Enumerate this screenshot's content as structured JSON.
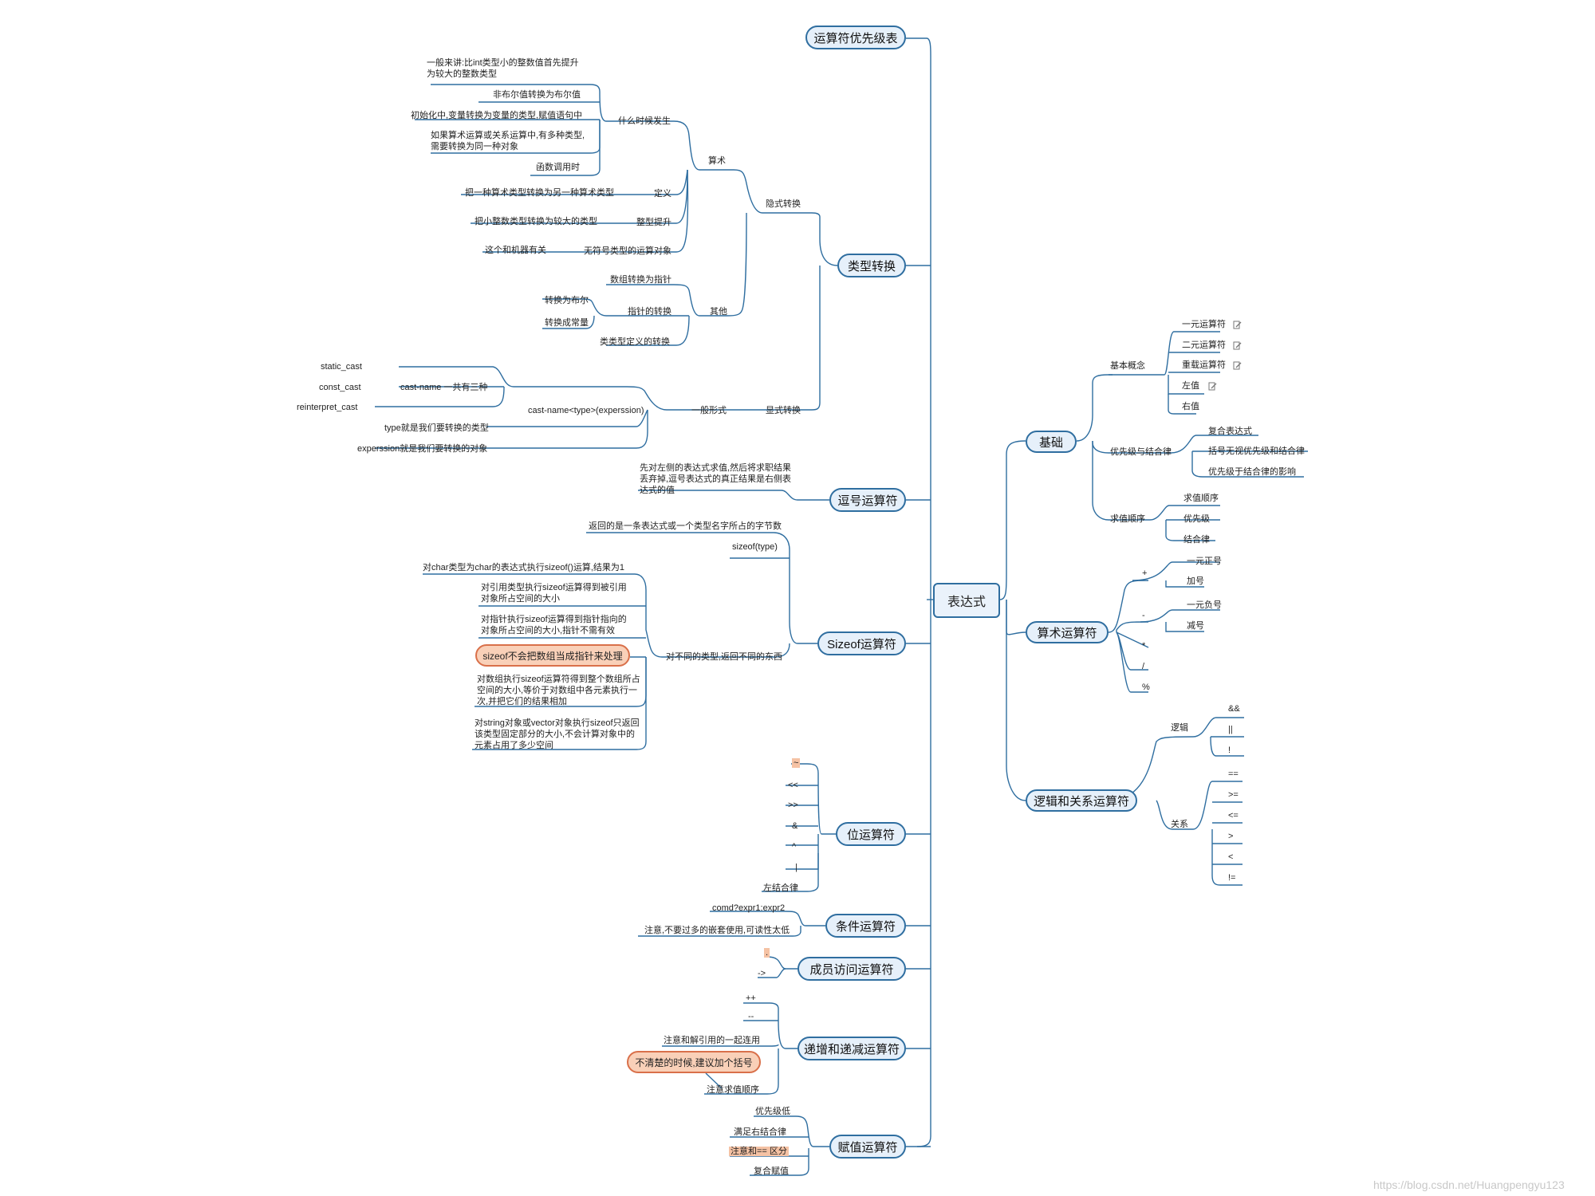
{
  "root": {
    "label": "表达式"
  },
  "right": {
    "basics": {
      "label": "基础",
      "concepts": {
        "label": "基本概念",
        "items": [
          "一元运算符",
          "二元运算符",
          "重载运算符",
          "左值",
          "右值"
        ]
      },
      "precedence": {
        "label": "优先级与结合律",
        "items": [
          "复合表达式",
          "括号无视优先级和结合律",
          "优先级于结合律的影响"
        ]
      },
      "order": {
        "label": "求值顺序",
        "items": [
          "求值顺序",
          "优先级",
          "结合律"
        ]
      }
    },
    "arith": {
      "label": "算术运算符",
      "plus": {
        "label": "+",
        "items": [
          "一元正号",
          "加号"
        ]
      },
      "minus": {
        "label": "-",
        "items": [
          "一元负号",
          "减号"
        ]
      },
      "others": [
        "*",
        "/",
        "%"
      ]
    },
    "logic": {
      "label": "逻辑和关系运算符",
      "logical": {
        "label": "逻辑",
        "items": [
          "&&",
          "||",
          "!"
        ]
      },
      "relational": {
        "label": "关系",
        "items": [
          "==",
          ">=",
          "<=",
          ">",
          "<",
          "!="
        ]
      }
    }
  },
  "left": {
    "precedence_table": {
      "label": "运算符优先级表"
    },
    "type_conv": {
      "label": "类型转换",
      "implicit": {
        "label": "隐式转换"
      },
      "arith": {
        "label": "算术"
      },
      "when": {
        "label": "什么时候发生",
        "items": [
          "一般来讲:比int类型小的整数值首先提升为较大的整数类型",
          "非布尔值转换为布尔值",
          "初始化中,变量转换为变量的类型,赋值语句中",
          "如果算术运算或关系运算中,有多种类型,需要转换为同一种对象",
          "函数调用时"
        ]
      },
      "def": {
        "label": "定义",
        "text": "把一种算术类型转换为另一种算术类型"
      },
      "promo": {
        "label": "整型提升",
        "text": "把小整数类型转换为较大的类型"
      },
      "unsigned": {
        "label": "无符号类型的运算对象",
        "text": "这个和机器有关"
      },
      "other": {
        "label": "其他"
      },
      "array_ptr": "数组转换为指针",
      "ptr_conv": {
        "label": "指针的转换",
        "items": [
          "转换为布尔",
          "转换成常量"
        ]
      },
      "class_conv": "类类型定义的转换",
      "explicit": {
        "label": "显式转换"
      },
      "general": {
        "label": "一般形式"
      },
      "cast_form": "cast-name<type>(experssion)",
      "cast_name": {
        "label": "cast-name 一共有三种",
        "items": [
          "static_cast",
          "const_cast",
          "reinterpret_cast"
        ]
      },
      "type_note": "type就是我们要转换的类型",
      "expr_note": "experssion就是我们要转换的对象"
    },
    "comma": {
      "label": "逗号运算符",
      "text": "先对左侧的表达式求值,然后将求职结果丢弃掉,逗号表达式的真正结果是右侧表达式的值"
    },
    "sizeof": {
      "label": "Sizeof运算符",
      "returns": "返回的是一条表达式或一个类型名字所占的字节数",
      "form": "sizeof(type)",
      "diff": {
        "label": "对不同的类型,返回不同的东西"
      },
      "char_item": "对char类型为char的表达式执行sizeof()运算,结果为1",
      "ref_item": "对引用类型执行sizeof运算得到被引用对象所占空间的大小",
      "ptr_item": "对指针执行sizeof运算得到指针指向的对象所占空间的大小,指针不需有效",
      "array_callout": "sizeof不会把数组当成指针来处理",
      "array_item": "对数组执行sizeof运算符得到整个数组所占空间的大小,等价于对数组中各元素执行一次,并把它们的结果相加",
      "string_item": "对string对象或vector对象执行sizeof只返回该类型固定部分的大小,不会计算对象中的元素占用了多少空间"
    },
    "bitwise": {
      "label": "位运算符",
      "items": [
        "~",
        "<<",
        ">>",
        "&",
        "^",
        "|",
        "左结合律"
      ]
    },
    "cond": {
      "label": "条件运算符",
      "items": [
        "comd?expr1:expr2",
        "注意,不要过多的嵌套使用,可读性太低"
      ]
    },
    "member": {
      "label": "成员访问运算符",
      "items": [
        ".",
        "->"
      ]
    },
    "incdec": {
      "label": "递增和递减运算符",
      "items": [
        "++",
        "--",
        "注意和解引用的一起连用",
        "注意求值顺序"
      ],
      "callout": "不清楚的时候,建议加个括号"
    },
    "assign": {
      "label": "赋值运算符",
      "items": [
        "优先级低",
        "满足右结合律",
        "注意和== 区分",
        "复合赋值"
      ]
    }
  },
  "watermark": "https://blog.csdn.net/Huangpengyu123",
  "colors": {
    "line": "#2f6ea0",
    "node_fill": "#e6f0fa",
    "callout_fill": "#f9d0b8",
    "callout_border": "#d9704a",
    "highlight": "#f5c2a4"
  }
}
